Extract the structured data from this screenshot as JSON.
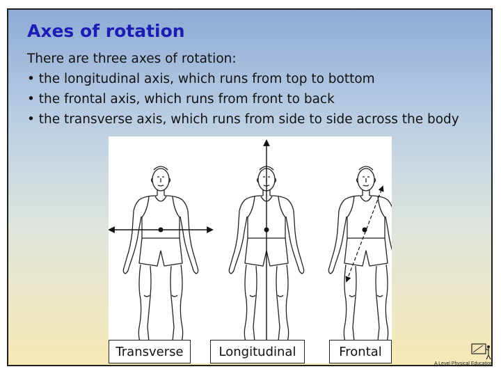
{
  "slide": {
    "title": "Axes of rotation",
    "intro": "There are three axes of rotation:",
    "bullets": [
      "• the longitudinal axis, which runs from top to bottom",
      "• the frontal axis, which runs from front to back",
      "• the transverse axis, which runs from side to side across the body"
    ],
    "figure_labels": [
      "Transverse",
      "Longitudinal",
      "Frontal"
    ],
    "logo_text": "A Level Physical Education"
  },
  "colors": {
    "title": "#1d1db5",
    "gradient_top": "#8eabd6",
    "gradient_bottom": "#f7e9b6"
  },
  "icons": [
    "human-figure",
    "axis-arrow",
    "logo-icon"
  ]
}
